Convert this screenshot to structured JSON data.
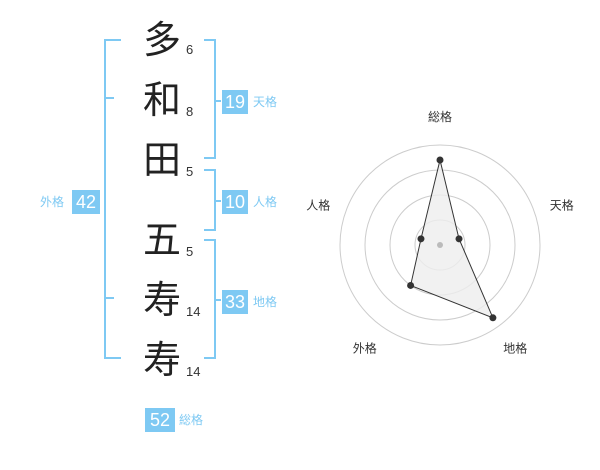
{
  "name": {
    "characters": [
      {
        "char": "多",
        "strokes": "6"
      },
      {
        "char": "和",
        "strokes": "8"
      },
      {
        "char": "田",
        "strokes": "5"
      },
      {
        "char": "五",
        "strokes": "5"
      },
      {
        "char": "寿",
        "strokes": "14"
      },
      {
        "char": "寿",
        "strokes": "14"
      }
    ]
  },
  "fortunes": {
    "tenkaku": {
      "value": "19",
      "label": "天格"
    },
    "jinkaku": {
      "value": "10",
      "label": "人格"
    },
    "chikaku": {
      "value": "33",
      "label": "地格"
    },
    "gaikaku": {
      "value": "42",
      "label": "外格"
    },
    "soukaku": {
      "value": "52",
      "label": "総格"
    }
  },
  "radar": {
    "axes": [
      "総格",
      "天格",
      "地格",
      "外格",
      "人格"
    ],
    "levels": 4,
    "values": [
      0.85,
      0.2,
      0.9,
      0.5,
      0.2
    ],
    "line_color": "#333333",
    "fill_color": "#eeeeee",
    "grid_color": "#cccccc"
  },
  "colors": {
    "accent": "#7ec9f3",
    "text": "#222222"
  }
}
